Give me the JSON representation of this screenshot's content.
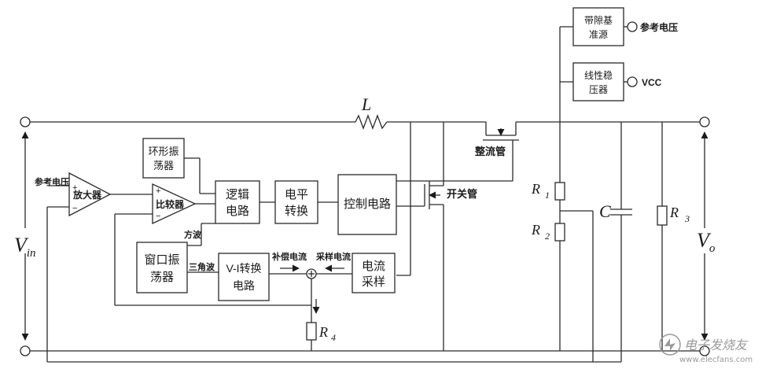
{
  "blocks": {
    "ring_osc": [
      "环形振",
      "荡器"
    ],
    "logic": [
      "逻辑",
      "电路"
    ],
    "level_shift": [
      "电平",
      "转换"
    ],
    "control": "控制电路",
    "window_osc": [
      "窗口振",
      "荡器"
    ],
    "vi": [
      "V-I转换",
      "电路"
    ],
    "current_sample": [
      "电流",
      "采样"
    ],
    "bandgap": [
      "带隙基",
      "准源"
    ],
    "ldo": [
      "线性稳",
      "压器"
    ]
  },
  "amps": {
    "amplifier": "放大器",
    "comparator": "比较器",
    "plus": "+",
    "minus": "−"
  },
  "labels": {
    "ref_in": "参考电压",
    "ref_out": "参考电压",
    "vcc": "VCC",
    "rectifier": "整流管",
    "switch": "开关管",
    "square_wave": "方波",
    "triangle_wave": "三角波",
    "comp_current": "补偿电流",
    "sample_current": "采样电流",
    "sum": "+"
  },
  "symbols": {
    "L": "L",
    "C": "C",
    "R": "R",
    "R1_sub": "1",
    "R2_sub": "2",
    "R3_sub": "3",
    "R4_sub": "4",
    "V": "V",
    "Vin_sub": "in",
    "Vo_sub": "o"
  },
  "watermark": {
    "name": "电子发烧友",
    "url": "www.elecfans.com"
  },
  "colors": {
    "line": "#2a2a2a",
    "background": "#ffffff",
    "watermark": "#9a9a9a"
  }
}
